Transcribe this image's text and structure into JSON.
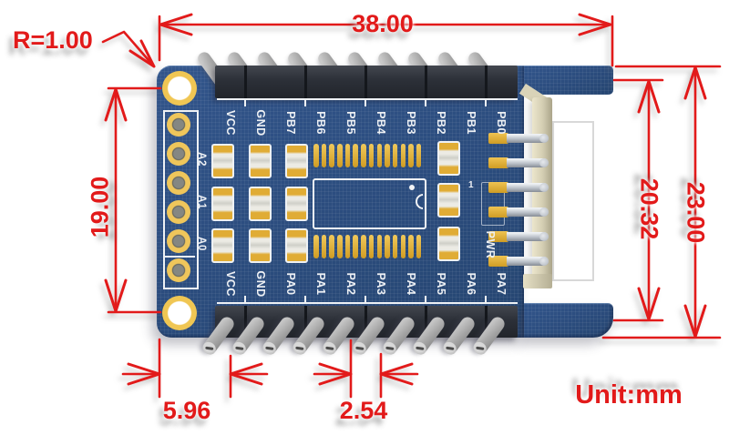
{
  "unit_label": "Unit:mm",
  "dimensions": {
    "width": "38.00",
    "height": "23.00",
    "pin_row_span": "20.32",
    "left_hole_span": "19.00",
    "edge_to_first_pin": "5.96",
    "pin_pitch": "2.54",
    "corner_radius": "R=1.00"
  },
  "board": {
    "top_pins": [
      "VCC",
      "GND",
      "PB7",
      "PB6",
      "PB5",
      "PB4",
      "PB3",
      "PB2",
      "PB1",
      "PB0"
    ],
    "bottom_pins": [
      "VCC",
      "GND",
      "PA0",
      "PA1",
      "PA2",
      "PA3",
      "PA4",
      "PA5",
      "PA6",
      "PA7"
    ],
    "side_labels": [
      "A2",
      "A1",
      "A0"
    ],
    "led_label": "PWR",
    "led_silk_number": "1",
    "colors": {
      "pcb_blue": "#2b4c7d",
      "silk_white": "#eef1f4",
      "pad_gold": "#e7b63e",
      "dimension_red": "#e21a1a",
      "header_black": "#2c3038",
      "pin_gray": "#a3a3a3",
      "connector_cream": "#d2ccb1"
    }
  }
}
